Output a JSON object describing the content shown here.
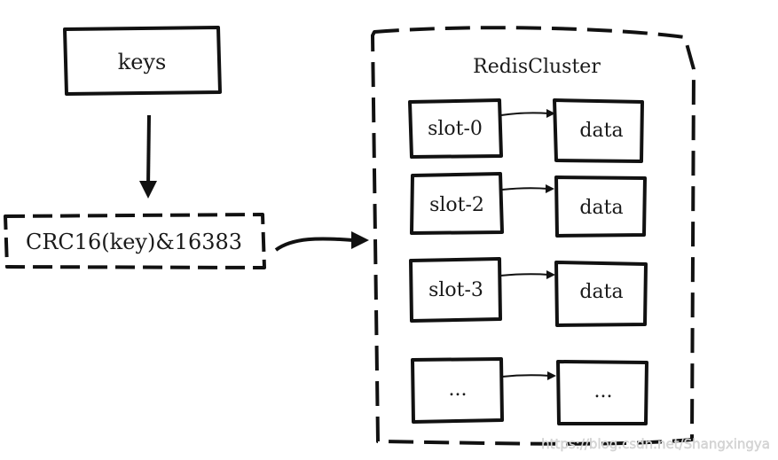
{
  "diagram": {
    "keys_label": "keys",
    "hash_label": "CRC16(key)&16383",
    "cluster_label": "RedisCluster",
    "rows": [
      {
        "slot": "slot-0",
        "data": "data"
      },
      {
        "slot": "slot-2",
        "data": "data"
      },
      {
        "slot": "slot-3",
        "data": "data"
      },
      {
        "slot": "...",
        "data": "..."
      }
    ]
  },
  "watermark": "https://blog.csdn.net/Shangxingya",
  "colors": {
    "stroke": "#111111",
    "text": "#1a1a1a",
    "background": "#ffffff",
    "watermark": "#d9d9d9"
  }
}
